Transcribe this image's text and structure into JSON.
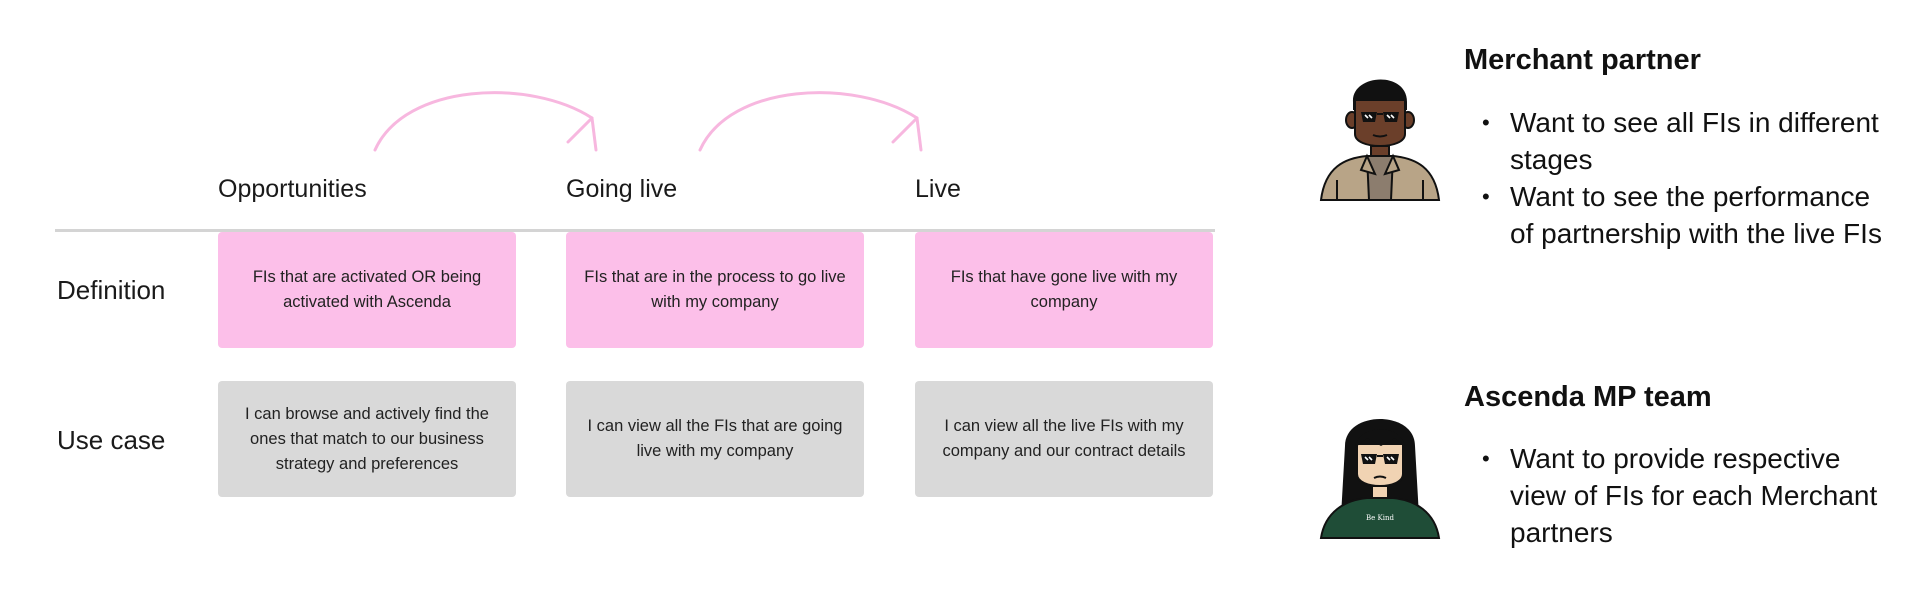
{
  "stages": [
    {
      "label": "Opportunities"
    },
    {
      "label": "Going live"
    },
    {
      "label": "Live"
    }
  ],
  "rows": [
    {
      "label": "Definition",
      "cells": [
        "FIs that are activated OR being activated with Ascenda",
        "FIs that are in the process to go live with my company",
        "FIs that have gone live with my company"
      ]
    },
    {
      "label": "Use case",
      "cells": [
        "I can browse and actively find the ones that match to our business strategy and preferences",
        "I can view all the FIs that are going live with my company",
        "I can view all the live FIs with my company and our contract details"
      ]
    }
  ],
  "personas": [
    {
      "title": "Merchant partner",
      "avatar_icon": "merchant-avatar-illustration",
      "bullets": [
        "Want to see all FIs in different stages",
        "Want to see the performance of partnership with the live FIs"
      ]
    },
    {
      "title": "Ascenda MP team",
      "avatar_icon": "team-avatar-illustration",
      "shirt_text": "Be Kind",
      "bullets": [
        "Want to provide respective view of FIs for each Merchant partners"
      ]
    }
  ],
  "colors": {
    "definition_card": "#fcbfe9",
    "usecase_card": "#d9d9d9",
    "arrow": "#f7b7df",
    "divider": "#d4d4d4"
  }
}
